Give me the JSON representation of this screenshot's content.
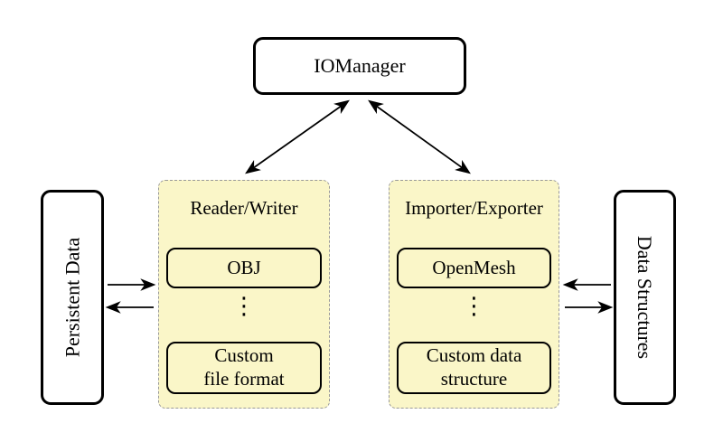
{
  "iomanager": {
    "label": "IOManager"
  },
  "persistent_data": {
    "label": "Persistent Data"
  },
  "data_structures": {
    "label": "Data Structures"
  },
  "groups": [
    {
      "title": "Reader/Writer",
      "boxes": [
        {
          "lines": [
            "OBJ"
          ]
        },
        {
          "lines": [
            "Custom",
            "file format"
          ]
        }
      ],
      "ellipsis": "⋮"
    },
    {
      "title": "Importer/Exporter",
      "boxes": [
        {
          "lines": [
            "OpenMesh"
          ]
        },
        {
          "lines": [
            "Custom data",
            "structure"
          ]
        }
      ],
      "ellipsis": "⋮"
    }
  ],
  "colors": {
    "background": "#FFFFFF",
    "group_fill": "#FAF6C8",
    "group_border": "#999999",
    "node_border": "#000000",
    "arrow": "#000000"
  }
}
